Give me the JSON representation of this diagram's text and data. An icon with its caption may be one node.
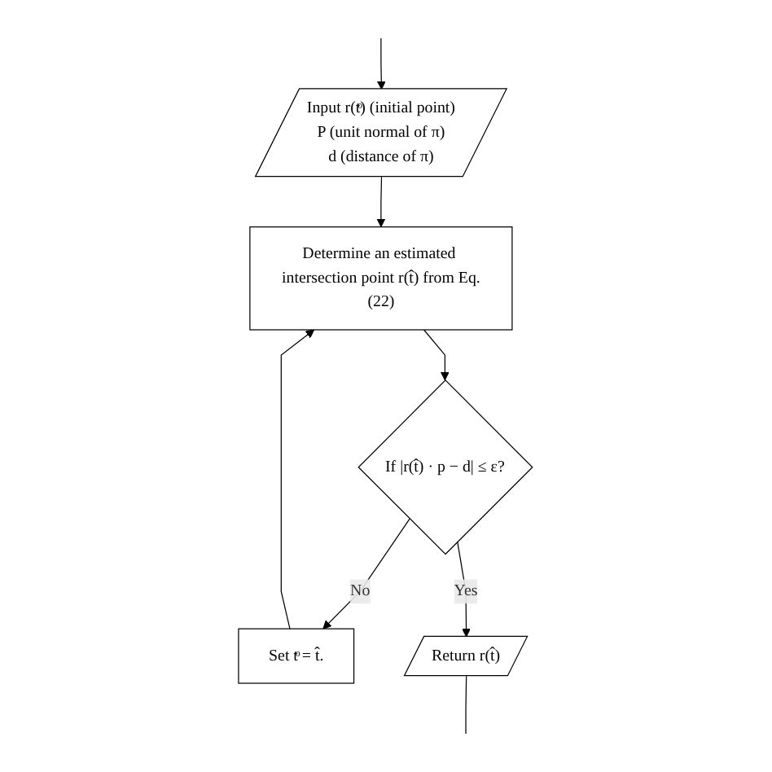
{
  "diagram": {
    "nodes": [
      {
        "text": [
          "Input r(tͦ) (initial point)",
          "P (unit normal of π)",
          "d (distance of π)"
        ]
      },
      {
        "text": [
          "Determine an estimated intersection point r(t̂) from Eq.(22)"
        ]
      },
      {
        "text": [
          "If |r(t̂) · p − d| ≤ ε?"
        ]
      },
      {
        "text": [
          "Set tͦ = t̂."
        ]
      },
      {
        "text": [
          "Return r(t̂)"
        ]
      }
    ],
    "edges": [
      {
        "from": null,
        "to": 0,
        "arrow": "to"
      },
      {
        "from": 0,
        "to": 1,
        "arrow": "to"
      },
      {
        "from": 1,
        "to": 2,
        "arrow": "to"
      },
      {
        "from": 2,
        "to": 3,
        "arrow": "to",
        "label": "No"
      },
      {
        "from": 3,
        "to": 1,
        "arrow": "to"
      },
      {
        "from": 2,
        "to": 4,
        "arrow": "to",
        "label": "Yes"
      },
      {
        "from": 4,
        "to": null,
        "arrow": "none"
      }
    ]
  }
}
